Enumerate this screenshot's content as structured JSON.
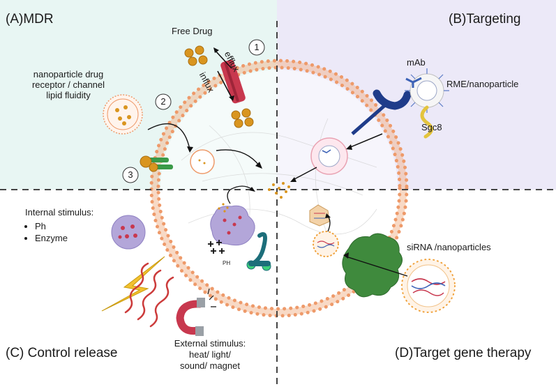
{
  "panels": {
    "a": {
      "title": "(A)MDR",
      "bg": "#e8f6f3"
    },
    "b": {
      "title": "(B)Targeting",
      "bg": "#ece9f8"
    },
    "c": {
      "title": "(C) Control release"
    },
    "d": {
      "title": "(D)Target gene therapy"
    }
  },
  "mdr": {
    "free_drug": "Free Drug",
    "efflux": "efflux",
    "influx": "influx",
    "mechanisms": [
      "nanoparticle drug",
      "receptor / channel",
      "lipid fluidity"
    ],
    "steps": [
      "1",
      "2",
      "3"
    ]
  },
  "targeting": {
    "mab": "mAb",
    "rme": "RME/nanoparticle",
    "sgc8": "Sgc8"
  },
  "control": {
    "internal_title": "Internal stimulus:",
    "internal_items": [
      "Ph",
      "Enzyme"
    ],
    "ph": "PH",
    "external_title": "External stimulus:",
    "external_items": [
      "heat/ light/",
      "sound/ magnet"
    ]
  },
  "gene": {
    "sirna": "siRNA /nanoparticles"
  },
  "colors": {
    "membrane": "#ee9a6a",
    "drug": "#d9951f",
    "channel": "#c8384e",
    "receptor": "#1f3c8a",
    "sgc8": "#e3c43e",
    "tumor": "#3f8a3d",
    "bolt": "#f2c12e",
    "wave": "#cc3b3b",
    "vesicle": "#b3a6d9"
  }
}
